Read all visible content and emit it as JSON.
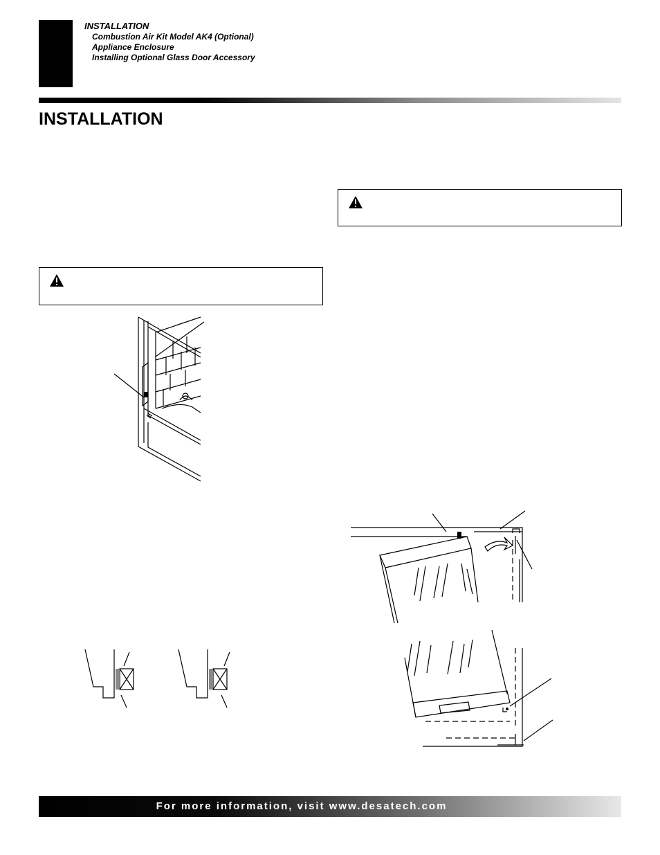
{
  "header": {
    "section": "INSTALLATION",
    "items": [
      "Combustion Air Kit Model AK4 (Optional)",
      "Appliance Enclosure",
      "Installing Optional Glass Door Accessory"
    ]
  },
  "page_title": "INSTALLATION",
  "footer": {
    "text": "For more information, visit www.desatech.com"
  },
  "colors": {
    "ink": "#000000",
    "paper": "#ffffff"
  },
  "icons": {
    "warning": "warning-triangle-icon"
  }
}
